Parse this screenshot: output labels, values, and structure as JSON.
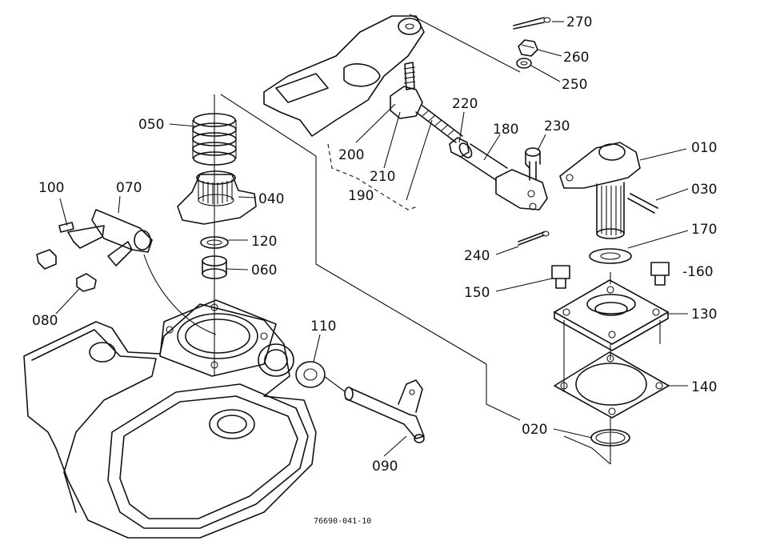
{
  "parts": [
    {
      "id": "p270",
      "label": "270"
    },
    {
      "id": "p260",
      "label": "260"
    },
    {
      "id": "p250",
      "label": "250"
    },
    {
      "id": "p220",
      "label": "220"
    },
    {
      "id": "p230",
      "label": "230"
    },
    {
      "id": "p180",
      "label": "180"
    },
    {
      "id": "p010",
      "label": "010"
    },
    {
      "id": "p030",
      "label": "030"
    },
    {
      "id": "p050",
      "label": "050"
    },
    {
      "id": "p200",
      "label": "200"
    },
    {
      "id": "p210",
      "label": "210"
    },
    {
      "id": "p190",
      "label": "190"
    },
    {
      "id": "p040",
      "label": "040"
    },
    {
      "id": "p100",
      "label": "100"
    },
    {
      "id": "p070",
      "label": "070"
    },
    {
      "id": "p120",
      "label": "120"
    },
    {
      "id": "p060",
      "label": "060"
    },
    {
      "id": "p170",
      "label": "170"
    },
    {
      "id": "p240",
      "label": "240"
    },
    {
      "id": "p160",
      "label": "-160"
    },
    {
      "id": "p150",
      "label": "150"
    },
    {
      "id": "p130",
      "label": "130"
    },
    {
      "id": "p080",
      "label": "080"
    },
    {
      "id": "p110",
      "label": "110"
    },
    {
      "id": "p140",
      "label": "140"
    },
    {
      "id": "p020",
      "label": "020"
    },
    {
      "id": "p090",
      "label": "090"
    }
  ],
  "drawing_code": "76690-041-10"
}
